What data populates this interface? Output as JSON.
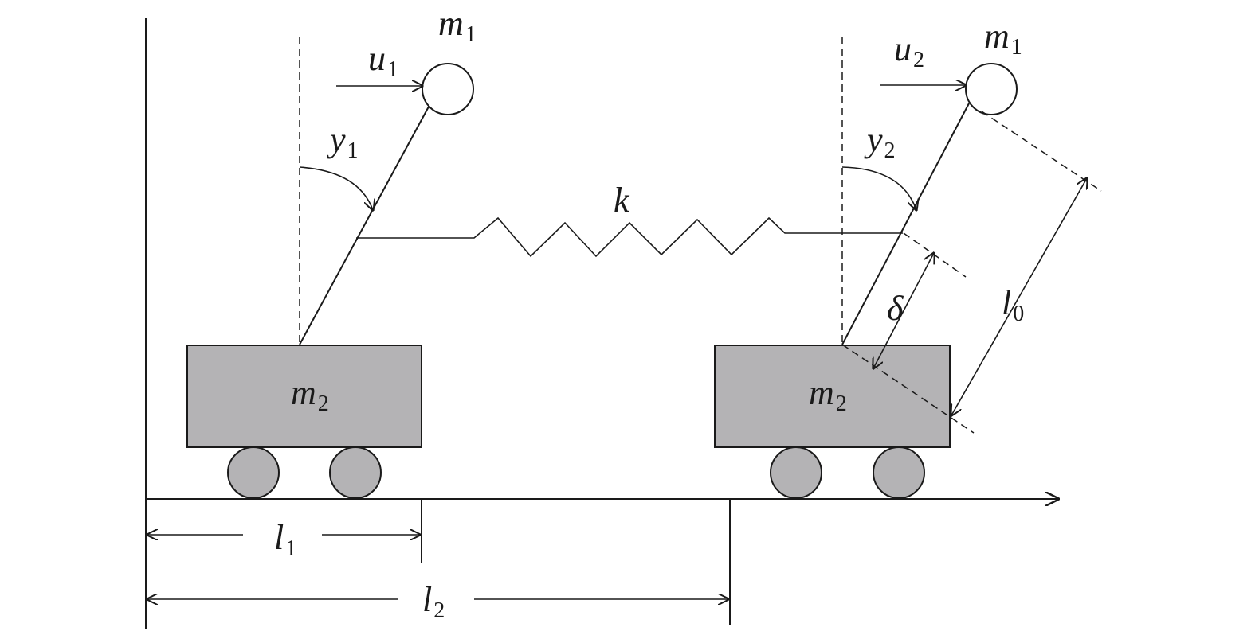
{
  "labels": {
    "m1_left": {
      "main": "m",
      "sub": "1"
    },
    "m1_right": {
      "main": "m",
      "sub": "1"
    },
    "m2_left": {
      "main": "m",
      "sub": "2"
    },
    "m2_right": {
      "main": "m",
      "sub": "2"
    },
    "u1": {
      "main": "u",
      "sub": "1"
    },
    "u2": {
      "main": "u",
      "sub": "2"
    },
    "y1": {
      "main": "y",
      "sub": "1"
    },
    "y2": {
      "main": "y",
      "sub": "2"
    },
    "k": "k",
    "delta": "δ",
    "l0": {
      "main": "l",
      "sub": "0"
    },
    "l1": {
      "main": "l",
      "sub": "1"
    },
    "l2": {
      "main": "l",
      "sub": "2"
    }
  },
  "colors": {
    "cart_fill": "#b4b3b5",
    "line": "#1a1a1a",
    "background": "#ffffff"
  }
}
